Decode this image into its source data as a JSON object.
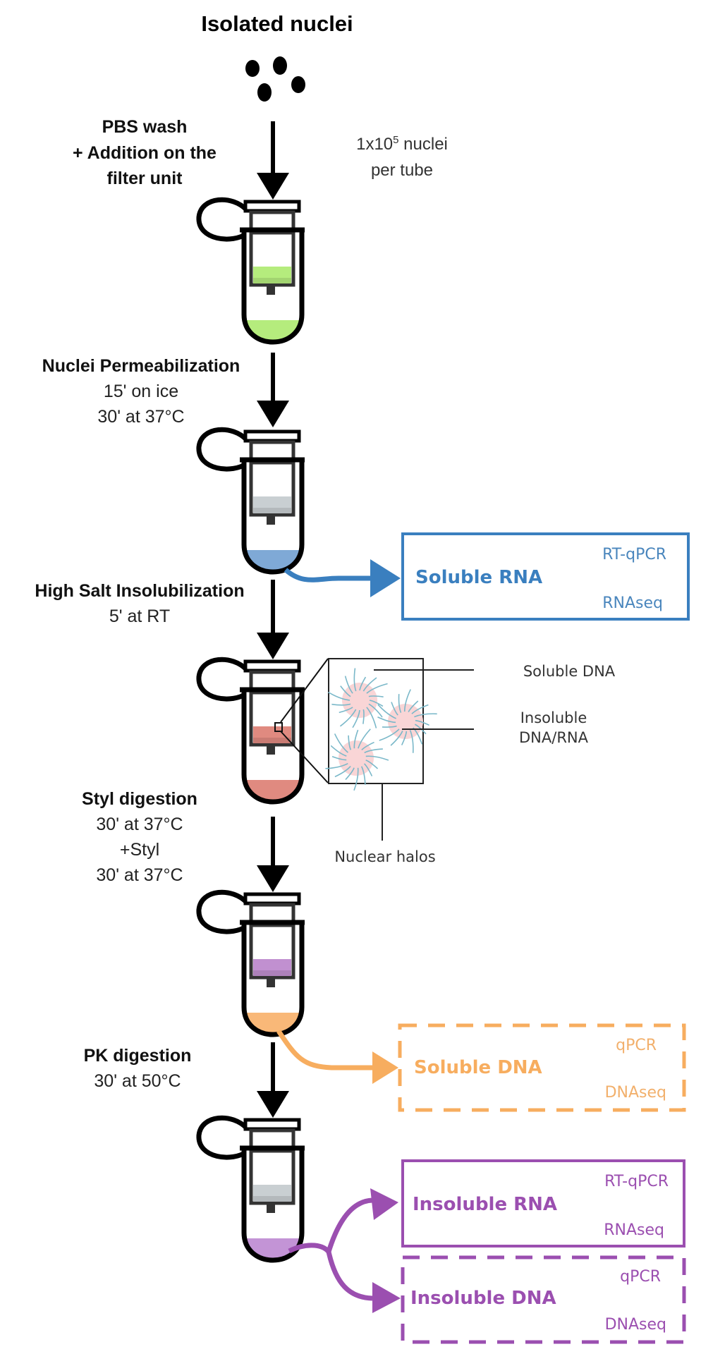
{
  "title": "Isolated nuclei",
  "input_note": {
    "line1_prefix": "1x10",
    "line1_sup": "5",
    "line1_suffix": " nuclei",
    "line2": "per tube"
  },
  "steps": [
    {
      "name": "PBS wash",
      "lines": [
        "PBS wash",
        "+ Addition on the",
        "filter unit"
      ],
      "details": []
    },
    {
      "name": "Nuclei Permeabilization",
      "lines": [
        "Nuclei Permeabilization"
      ],
      "details": [
        "15' on ice",
        "30' at 37°C"
      ]
    },
    {
      "name": "High Salt Insolubilization",
      "lines": [
        "High Salt Insolubilization"
      ],
      "details": [
        "5' at RT"
      ]
    },
    {
      "name": "Styl digestion",
      "lines": [
        "Styl digestion"
      ],
      "details": [
        "30' at 37°C",
        "+Styl",
        "30' at 37°C"
      ]
    },
    {
      "name": "PK digestion",
      "lines": [
        "PK digestion"
      ],
      "details": [
        "30' at 50°C"
      ]
    }
  ],
  "tubes": [
    {
      "filter_color": "#b5ec7d",
      "bottom_color": "#b5ec7d"
    },
    {
      "filter_color": "#c9cfd2",
      "bottom_color": "#7fa9d6"
    },
    {
      "filter_color": "#e08a80",
      "bottom_color": "#e08a80"
    },
    {
      "filter_color": "#c190d0",
      "bottom_color": "#f9b878"
    },
    {
      "filter_color": "#c9cfd2",
      "bottom_color": "#c394d6"
    }
  ],
  "halo_inset": {
    "labels": {
      "soluble": "Soluble DNA",
      "insoluble_1": "Insoluble",
      "insoluble_2": "DNA/RNA",
      "halos": "Nuclear halos"
    },
    "halo_color": "#f9d5d6",
    "strand_color": "#7ab8c9"
  },
  "outputs": [
    {
      "id": "soluble-rna",
      "label": "Soluble RNA",
      "methods": [
        "RT-qPCR",
        "RNAseq"
      ],
      "color": "#3a7fbf",
      "text_color": "#4a86bd",
      "style": "solid"
    },
    {
      "id": "soluble-dna",
      "label": "Soluble DNA",
      "methods": [
        "qPCR",
        "DNAseq"
      ],
      "color": "#f7ad5f",
      "text_color": "#f2b06c",
      "style": "dashed"
    },
    {
      "id": "insoluble-rna",
      "label": "Insoluble RNA",
      "methods": [
        "RT-qPCR",
        "RNAseq"
      ],
      "color": "#9b4fb0",
      "text_color": "#9b4fb0",
      "style": "solid"
    },
    {
      "id": "insoluble-dna",
      "label": "Insoluble DNA",
      "methods": [
        "qPCR",
        "DNAseq"
      ],
      "color": "#9b4fb0",
      "text_color": "#9b4fb0",
      "style": "dashed"
    }
  ]
}
